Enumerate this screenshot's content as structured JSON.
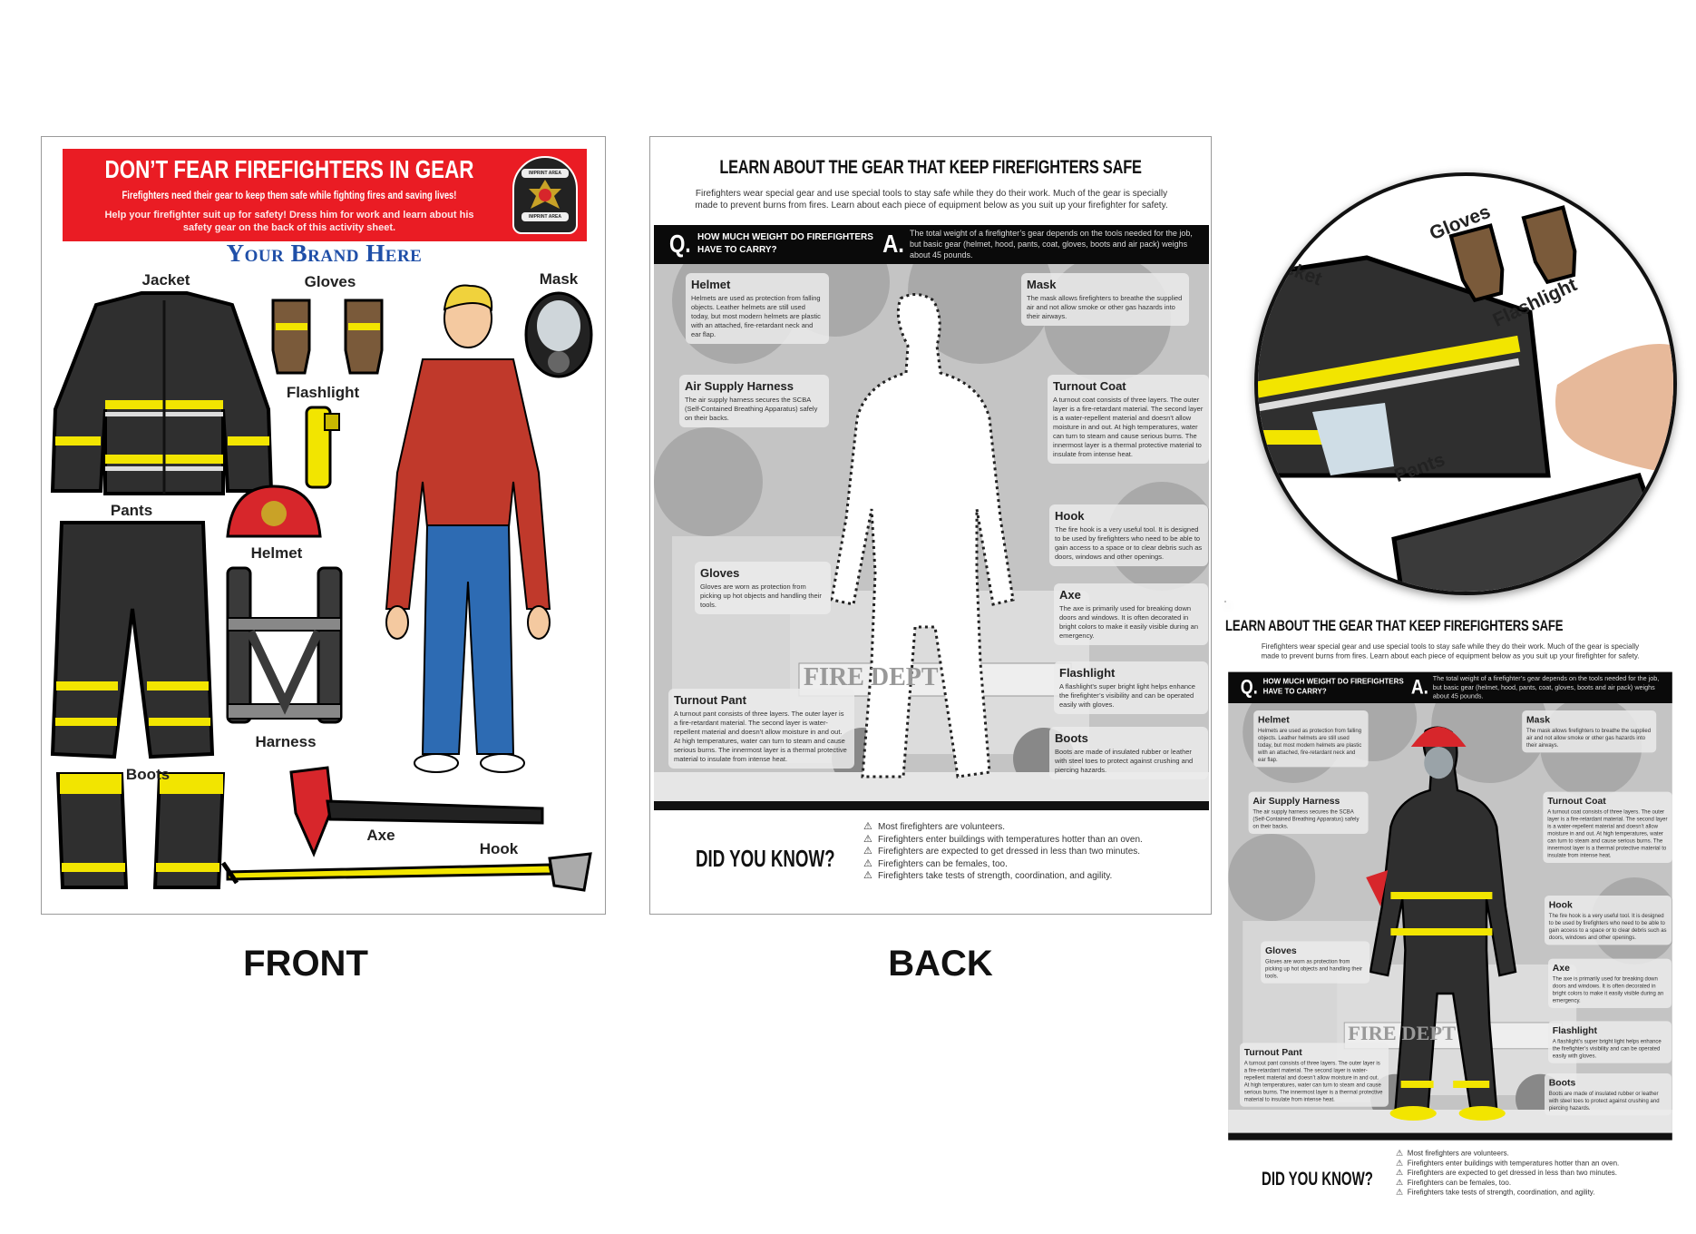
{
  "front": {
    "banner_title": "DON’T FEAR FIREFIGHTERS IN GEAR",
    "banner_subtitle": "Firefighters need their gear to keep them safe while fighting fires and saving lives!",
    "banner_text": "Help your firefighter suit up for safety! Dress him for work and learn about his safety gear on the back of this activity sheet.",
    "badge_text": [
      "IMPRINT AREA",
      "IMPRINT AREA"
    ],
    "brand": "Your Brand Here",
    "labels": {
      "jacket": "Jacket",
      "gloves": "Gloves",
      "mask": "Mask",
      "flashlight": "Flashlight",
      "pants": "Pants",
      "helmet": "Helmet",
      "harness": "Harness",
      "boots": "Boots",
      "axe": "Axe",
      "hook": "Hook"
    },
    "caption": "FRONT"
  },
  "back": {
    "title": "LEARN ABOUT THE GEAR THAT KEEP FIREFIGHTERS SAFE",
    "subtitle": "Firefighters wear special gear and use special tools to stay safe while they do their work. Much of the gear is specially made to prevent burns from fires. Learn about each piece of equipment below as you suit up your firefighter for safety.",
    "q_letter": "Q.",
    "question": "HOW MUCH WEIGHT DO FIREFIGHTERS HAVE TO CARRY?",
    "a_letter": "A.",
    "answer": "The total weight of a firefighter’s gear depends on the tools needed for the job, but basic gear (helmet, hood, pants, coat, gloves, boots and air pack) weighs about 45 pounds.",
    "items": [
      {
        "title": "Helmet",
        "text": "Helmets are used as protection from falling objects. Leather helmets are still used today, but most modern helmets are plastic with an attached, fire-retardant neck and ear flap."
      },
      {
        "title": "Mask",
        "text": "The mask allows firefighters to breathe the supplied air and not allow smoke or other gas hazards into their airways."
      },
      {
        "title": "Air Supply Harness",
        "text": "The air supply harness secures the SCBA (Self-Contained Breathing Apparatus) safely on their backs."
      },
      {
        "title": "Turnout Coat",
        "text": "A turnout coat consists of three layers. The outer layer is a fire-retardant material. The second layer is a water-repellent material and doesn’t allow moisture in and out. At high temperatures, water can turn to steam and cause serious burns. The innermost layer is a thermal protective material to insulate from intense heat."
      },
      {
        "title": "Hook",
        "text": "The fire hook is a very useful tool. It is designed to be used by firefighters who need to be able to gain access to a space or to clear debris such as doors, windows and other openings."
      },
      {
        "title": "Gloves",
        "text": "Gloves are worn as protection from picking up hot objects and handling their tools."
      },
      {
        "title": "Axe",
        "text": "The axe is primarily used for breaking down doors and windows. It is often decorated in bright colors to make it easily visible during an emergency."
      },
      {
        "title": "Flashlight",
        "text": "A flashlight’s super bright light helps enhance the firefighter’s visibility and can be operated easily with gloves."
      },
      {
        "title": "Turnout Pant",
        "text": "A turnout pant consists of three layers. The outer layer is a fire-retardant material. The second layer is water-repellent material and doesn’t allow moisture in and out. At high temperatures, water can turn to steam and cause serious burns. The innermost layer is a thermal protective material to insulate from intense heat."
      },
      {
        "title": "Boots",
        "text": "Boots are made of insulated rubber or leather with steel toes to protect against crushing and piercing hazards."
      }
    ],
    "scene_sign": "FIRE DEPT",
    "did_you_know": "DID YOU KNOW?",
    "facts": [
      "Most firefighters are volunteers.",
      "Firefighters enter buildings with temperatures hotter than an oven.",
      "Firefighters are expected to get dressed in less than two minutes.",
      "Firefighters can be females, too.",
      "Firefighters take tests of strength, coordination, and agility."
    ],
    "caption": "BACK"
  },
  "colors": {
    "banner_red": "#ea1c24",
    "brand_blue": "#1f4fa8",
    "reflective_yellow": "#f2e500",
    "gear_black": "#2b2b2b"
  },
  "icons": {
    "fact_bullet": "warning-triangle-icon"
  }
}
